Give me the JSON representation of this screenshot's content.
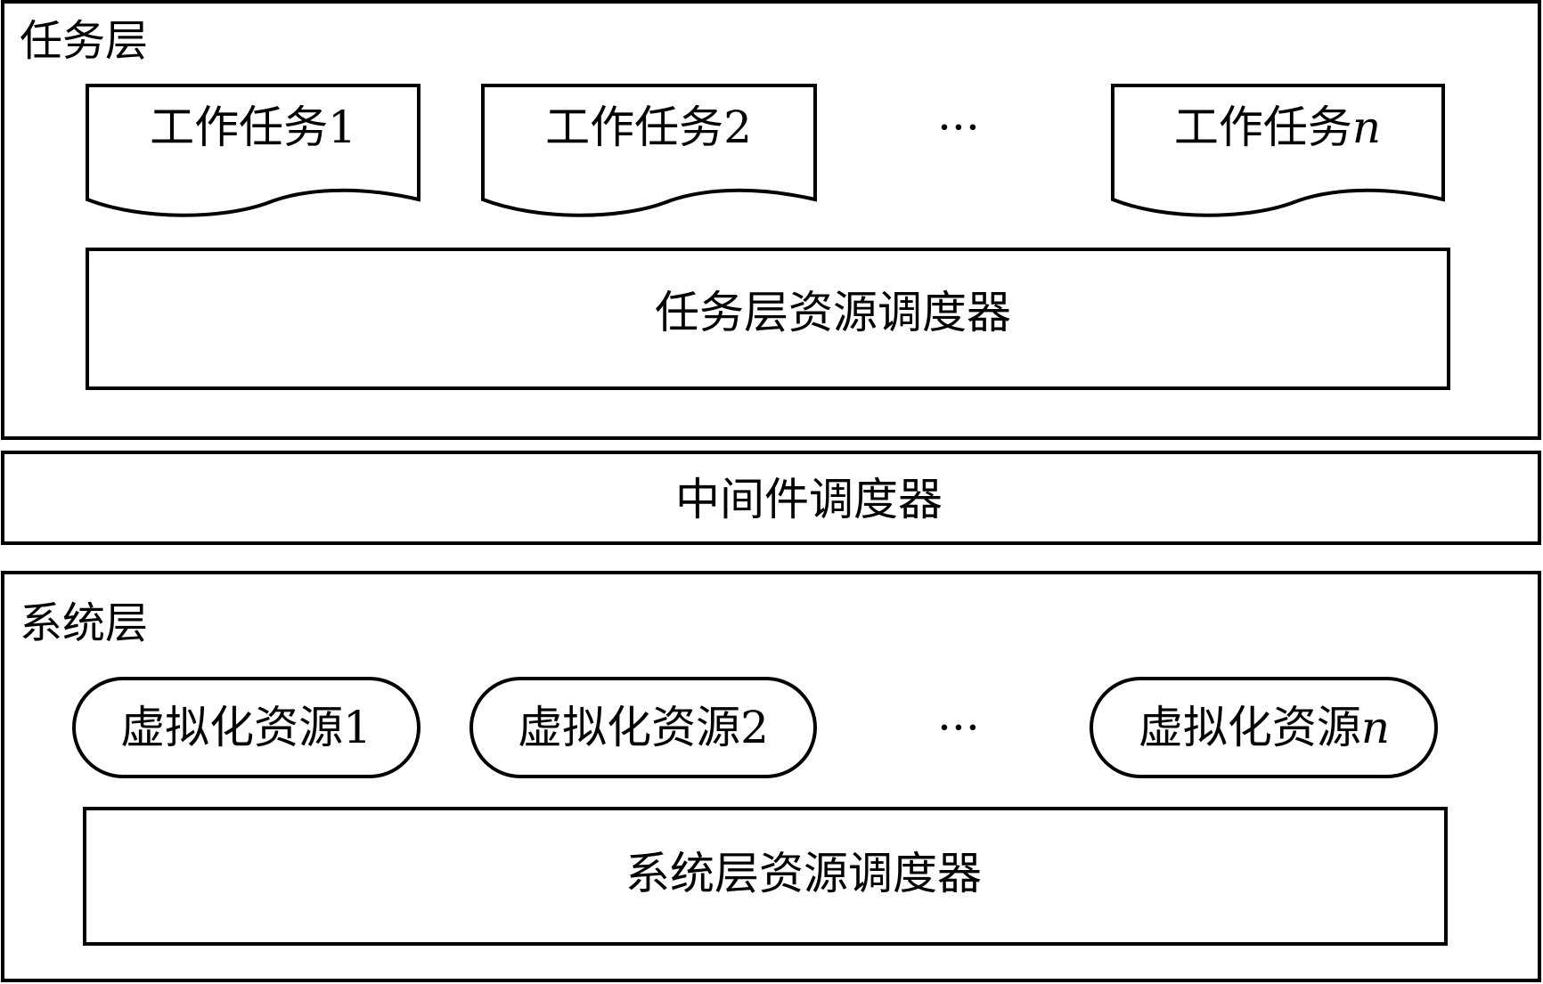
{
  "task_layer": {
    "title": "任务层",
    "tasks": [
      {
        "prefix": "工作任务",
        "suffix": "1"
      },
      {
        "prefix": "工作任务",
        "suffix": "2"
      },
      {
        "prefix": "工作任务",
        "suffix": "n"
      }
    ],
    "ellipsis": "···",
    "scheduler": "任务层资源调度器"
  },
  "middleware": {
    "scheduler": "中间件调度器"
  },
  "system_layer": {
    "title": "系统层",
    "resources": [
      {
        "prefix": "虚拟化资源",
        "suffix": "1"
      },
      {
        "prefix": "虚拟化资源",
        "suffix": "2"
      },
      {
        "prefix": "虚拟化资源",
        "suffix": "n"
      }
    ],
    "ellipsis": "···",
    "scheduler": "系统层资源调度器"
  }
}
